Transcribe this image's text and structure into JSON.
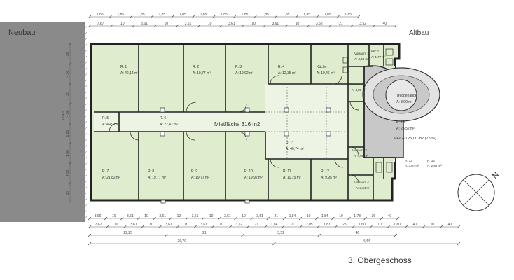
{
  "labels": {
    "neubau": "Neubau",
    "altbau": "Altbau",
    "floor_title": "3. Obergeschoss",
    "mietflaeche": "Mietfläche 316 m2",
    "mf_g0": "MF/G-0 25,00 m2 (7,9%)",
    "compass": "N"
  },
  "rooms": {
    "r1": {
      "name": "R. 1",
      "area": "A: 42,14 m²"
    },
    "r2": {
      "name": "R. 2",
      "area": "A: 19,77 m²"
    },
    "r3": {
      "name": "R. 3",
      "area": "A: 19,92 m²"
    },
    "r4": {
      "name": "R. 4",
      "area": "A: 12,35 m²"
    },
    "kueche": {
      "name": "Küche",
      "area": "A: 10,46 m²"
    },
    "vr1": {
      "name": "Vorraum 1",
      "area": "A: 3,48 m²"
    },
    "wc1": {
      "name": "WC 1",
      "area": "A: 1,77 m²"
    },
    "vr2": {
      "name": "Vorraum 2",
      "area": "A: 4,89 m²"
    },
    "treppenauge": {
      "name": "Treppenauge",
      "area": "A:  3,99 m²"
    },
    "r5": {
      "name": "R. 5",
      "area": "A: 4,49 m²"
    },
    "r6": {
      "name": "R. 6",
      "area": "A: 22,42 m²"
    },
    "r11": {
      "name": "R. 11",
      "area": "A: 46,74 m²"
    },
    "r15": {
      "name": "R. 15",
      "area": "A: 25,52 m²"
    },
    "r7": {
      "name": "R. 7",
      "area": "A: 21,82 m²"
    },
    "r8": {
      "name": "R. 8",
      "area": "A: 19,77 m²"
    },
    "r9": {
      "name": "R. 9",
      "area": "A: 19,77 m²"
    },
    "r10": {
      "name": "R. 10",
      "area": "A: 19,92 m²"
    },
    "r11b": {
      "name": "R. 11",
      "area": "A: 11,75 m²"
    },
    "r12": {
      "name": "R. 12",
      "area": "A: 9,95 m²"
    },
    "vr3": {
      "name": "Vorraum 3",
      "area": "A: 4,69 m²"
    },
    "vr4": {
      "name": "Vorraum 4",
      "area": "A: 3,34 m²"
    },
    "r13": {
      "name": "R. 13",
      "area": "A: 3,07 m²"
    },
    "r14": {
      "name": "R. 14",
      "area": "A: 2,85 m²"
    }
  },
  "dims": {
    "top_row1": [
      "1,85",
      "1,85",
      "1,85",
      "1,85",
      "1,85",
      "1,85",
      "1,85",
      "1,85",
      "1,85",
      "1,85",
      "1,85",
      "1,85",
      "1,85"
    ],
    "top_row2": [
      "7,67",
      "10",
      "3,61",
      "10",
      "3,61",
      "10",
      "3,61",
      "10",
      "3,61",
      "10",
      "3,52",
      "21",
      "3,52",
      "40"
    ],
    "bot_row1": [
      "3,96",
      "10",
      "3,61",
      "10",
      "3,61",
      "10",
      "3,61",
      "10",
      "3,61",
      "10",
      "3,51",
      "21",
      "1,84",
      "10",
      "1,84",
      "10",
      "1,78",
      "36",
      "40"
    ],
    "bot_row2": [
      "7,67",
      "10",
      "3,61",
      "10",
      "3,61",
      "10",
      "3,61",
      "10",
      "3,52",
      "21",
      "1,84",
      "10",
      "2,05",
      "1,87",
      "25",
      "1,60",
      "10",
      "1,60",
      "40",
      "10",
      "40"
    ],
    "bot_row3": [
      "22,25",
      "21",
      "3,52",
      "40"
    ],
    "bot_row4": [
      "26,70",
      "4,44"
    ],
    "left_col": [
      "30",
      "4,50",
      "30",
      "4,50",
      "1,80",
      "1,80",
      "4,50",
      "30"
    ],
    "left_total": "13,40"
  }
}
